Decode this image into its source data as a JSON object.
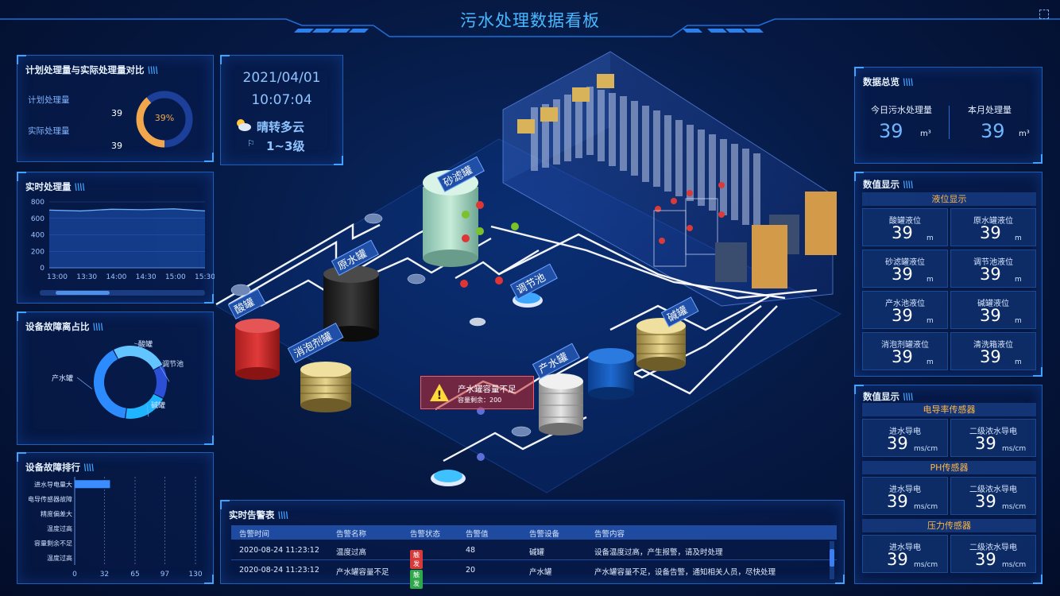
{
  "header": {
    "title": "污水处理数据看板"
  },
  "plan_compare": {
    "title": "计划处理量与实际处理量对比",
    "plan_label": "计划处理量",
    "plan_value": "39",
    "actual_label": "实际处理量",
    "actual_value": "39",
    "ring_percent": "39%",
    "ring_fraction": 0.39
  },
  "datetime": {
    "date": "2021/04/01",
    "time": "10:07:04",
    "weather": "晴转多云",
    "wind": "1~3级"
  },
  "realtime": {
    "title": "实时处理量",
    "chart_data": {
      "type": "area",
      "title": "",
      "xlabel": "",
      "ylabel": "",
      "x": [
        "13:00",
        "13:30",
        "14:00",
        "14:30",
        "15:00",
        "15:30"
      ],
      "y_ticks": [
        "0",
        "200",
        "400",
        "600",
        "800"
      ],
      "ylim": [
        0,
        800
      ],
      "values": [
        700,
        690,
        710,
        705,
        715,
        690
      ],
      "grid": true,
      "color": "#2f7bff"
    }
  },
  "fault_ratio": {
    "title": "设备故障离占比",
    "chart_data": {
      "type": "pie",
      "title": "",
      "categories": [
        "产水罐",
        "酸罐",
        "调节池",
        "碱罐"
      ],
      "values": [
        40,
        25,
        15,
        20
      ],
      "colors": [
        "#2c8cff",
        "#63c5ff",
        "#2c4fd8",
        "#1fb4ff"
      ]
    }
  },
  "fault_rank": {
    "title": "设备故障排行",
    "chart_data": {
      "type": "bar",
      "title": "",
      "xlabel": "",
      "ylabel": "",
      "categories": [
        "进水导电量大",
        "电导传感器故障",
        "精度偏差大",
        "温度过高",
        "容量剩余不足",
        "温度过高"
      ],
      "values": [
        38,
        0,
        0,
        0,
        0,
        0
      ],
      "x_ticks": [
        "0",
        "32",
        "65",
        "97",
        "130"
      ],
      "xlim": [
        0,
        130
      ],
      "grid": true
    }
  },
  "alarm": {
    "title": "实时告警表",
    "columns": [
      "告警时间",
      "告警名称",
      "告警状态",
      "告警值",
      "告警设备",
      "告警内容"
    ],
    "rows": [
      {
        "time": "2020-08-24   11:23:12",
        "name": "温度过高",
        "status": "触发",
        "value": "48",
        "device": "碱罐",
        "content": "设备温度过高，产生报警，请及时处理"
      },
      {
        "time": "2020-08-24   11:23:12",
        "name": "产水罐容量不足",
        "status": "触发",
        "value": "20",
        "device": "产水罐",
        "content": "产水罐容量不足，设备告警，通知相关人员，尽快处理"
      }
    ]
  },
  "warning_popup": {
    "title": "产水罐容量不足",
    "detail": "容量剩余：200"
  },
  "scene_labels": {
    "sand": "砂滤罐",
    "raw": "原水罐",
    "acid": "酸罐",
    "defoam": "消泡剂罐",
    "adjust": "调节池",
    "alkali": "碱罐",
    "product": "产水罐"
  },
  "overview": {
    "title": "数据总览",
    "today_label": "今日污水处理量",
    "today_value": "39",
    "today_unit": "m³",
    "month_label": "本月处理量",
    "month_value": "39",
    "month_unit": "m³"
  },
  "level": {
    "title": "数值显示",
    "subhead": "液位显示",
    "unit": "m",
    "items": [
      {
        "label": "酸罐液位",
        "value": "39"
      },
      {
        "label": "原水罐液位",
        "value": "39"
      },
      {
        "label": "砂滤罐液位",
        "value": "39"
      },
      {
        "label": "调节池液位",
        "value": "39"
      },
      {
        "label": "产水池液位",
        "value": "39"
      },
      {
        "label": "碱罐液位",
        "value": "39"
      },
      {
        "label": "消泡剂罐液位",
        "value": "39"
      },
      {
        "label": "清洗箱液位",
        "value": "39"
      }
    ]
  },
  "sensors": {
    "title": "数值显示",
    "unit": "ms/cm",
    "groups": [
      {
        "name": "电导率传感器",
        "items": [
          {
            "label": "进水导电",
            "value": "39"
          },
          {
            "label": "二级浓水导电",
            "value": "39"
          }
        ]
      },
      {
        "name": "PH传感器",
        "items": [
          {
            "label": "进水导电",
            "value": "39"
          },
          {
            "label": "二级浓水导电",
            "value": "39"
          }
        ]
      },
      {
        "name": "压力传感器",
        "items": [
          {
            "label": "进水导电",
            "value": "39"
          },
          {
            "label": "二级浓水导电",
            "value": "39"
          }
        ]
      }
    ]
  }
}
